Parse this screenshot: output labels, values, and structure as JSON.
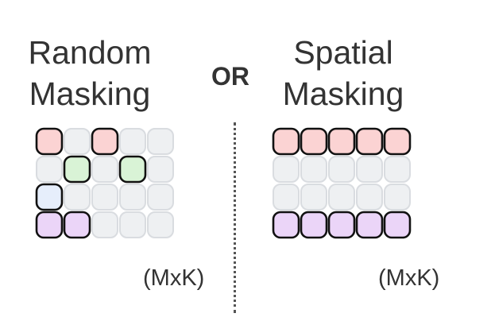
{
  "left_panel": {
    "title_line1": "Random",
    "title_line2": "Masking",
    "dimension_label": "(MxK)",
    "grid": [
      [
        "red",
        "gray",
        "red",
        "gray",
        "gray"
      ],
      [
        "gray",
        "green",
        "gray",
        "green",
        "gray"
      ],
      [
        "blue",
        "gray",
        "gray",
        "gray",
        "gray"
      ],
      [
        "purple",
        "purple",
        "gray",
        "gray",
        "gray"
      ]
    ]
  },
  "separator_label": "OR",
  "right_panel": {
    "title_line1": "Spatial",
    "title_line2": "Masking",
    "dimension_label": "(MxK)",
    "grid": [
      [
        "red",
        "red",
        "red",
        "red",
        "red"
      ],
      [
        "gray",
        "gray",
        "gray",
        "gray",
        "gray"
      ],
      [
        "gray",
        "gray",
        "gray",
        "gray",
        "gray"
      ],
      [
        "purple",
        "purple",
        "purple",
        "purple",
        "purple"
      ]
    ]
  },
  "colors": {
    "red": "#fbd3d3",
    "green": "#d9f3d6",
    "blue": "#e6eefb",
    "purple": "#ebd5f8",
    "gray": "#eef0f2",
    "gray_outline": "#d9dce0",
    "highlight_outline": "#111111",
    "text": "#333333"
  }
}
